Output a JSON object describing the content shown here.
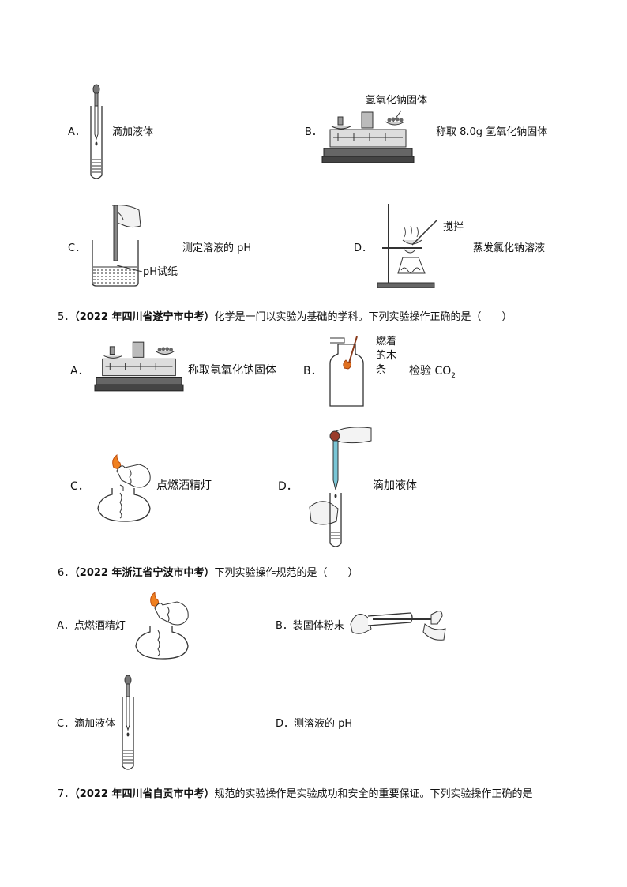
{
  "q4": {
    "A": {
      "letter": "A．",
      "caption": "滴加液体"
    },
    "B": {
      "letter": "B．",
      "label": "氢氧化钠固体",
      "caption": "称取 8.0g 氢氧化钠固体"
    },
    "C": {
      "letter": "C．",
      "caption": "测定溶液的 pH",
      "label": "pH试纸"
    },
    "D": {
      "letter": "D．",
      "label": "搅拌",
      "caption": "蒸发氯化钠溶液"
    }
  },
  "q5": {
    "number": "5．",
    "source": "（2022 年四川省遂宁市中考）",
    "stem": "化学是一门以实验为基础的学科。下列实验操作正确的是（　　）",
    "A": {
      "letter": "A．",
      "caption": "称取氢氧化钠固体"
    },
    "B": {
      "letter": "B．",
      "label_line1": "燃着",
      "label_line2": "的木",
      "label_line3": "条",
      "caption_main": "检验 CO",
      "caption_sub": "2"
    },
    "C": {
      "letter": "C．",
      "caption": "点燃酒精灯"
    },
    "D": {
      "letter": "D．",
      "caption": "滴加液体"
    }
  },
  "q6": {
    "number": "6．",
    "source": "（2022 年浙江省宁波市中考）",
    "stem": "下列实验操作规范的是（　　）",
    "A": "A．点燃酒精灯",
    "B": "B．装固体粉末",
    "C": "C．滴加液体",
    "D": "D．测溶液的 pH"
  },
  "q7": {
    "number": "7．",
    "source": "（2022 年四川省自贡市中考）",
    "stem": "规范的实验操作是实验成功和安全的重要保证。下列实验操作正确的是"
  },
  "icons": [
    "dropper-tube-icon",
    "balance-icon",
    "ph-test-icon",
    "evaporation-icon",
    "gas-bottle-icon",
    "alcohol-lamp-icon",
    "hand-dropper-icon",
    "powder-tube-icon"
  ]
}
